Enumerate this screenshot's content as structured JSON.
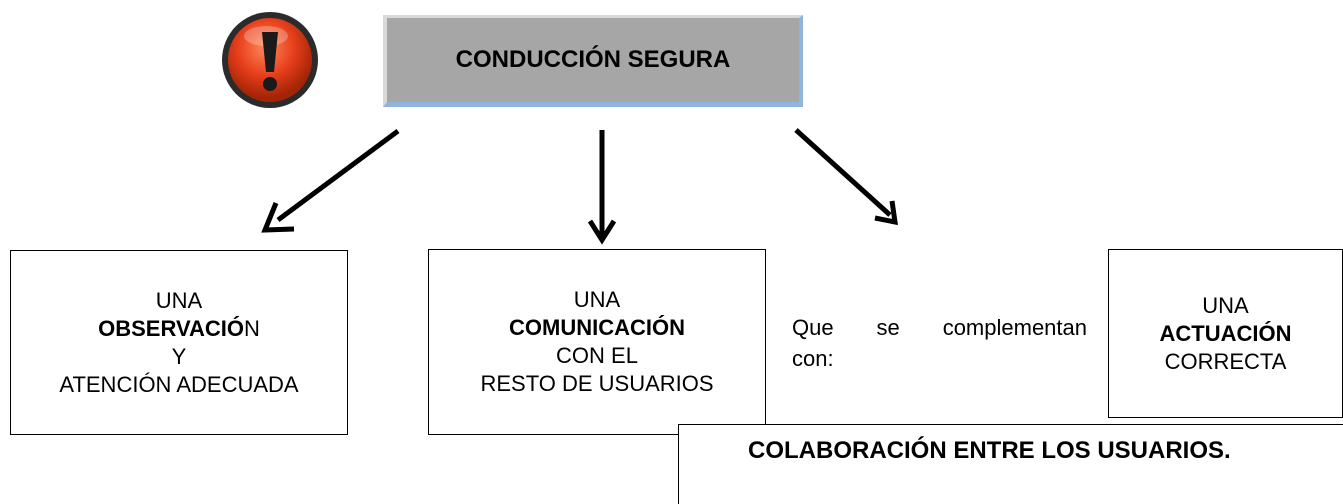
{
  "title": "CONDUCCIÓN SEGURA",
  "observation": {
    "line1": "UNA",
    "line2_bold": "OBSERVACIÓ",
    "line2_rest": "N",
    "line3": "Y",
    "line4": "ATENCIÓN ADECUADA"
  },
  "communication": {
    "line1": "UNA",
    "line2": "COMUNICACIÓN",
    "line3": "CON EL",
    "line4": "RESTO DE USUARIOS"
  },
  "complement": {
    "line1": "Que se complementan",
    "line2": "con:"
  },
  "action": {
    "line1": "UNA",
    "line2": "ACTUACIÓN",
    "line3": "CORRECTA"
  },
  "collaboration": "COLABORACIÓN ENTRE LOS USUARIOS.",
  "colors": {
    "title_bg": "#a6a6a6",
    "icon_red": "#e8401c"
  }
}
